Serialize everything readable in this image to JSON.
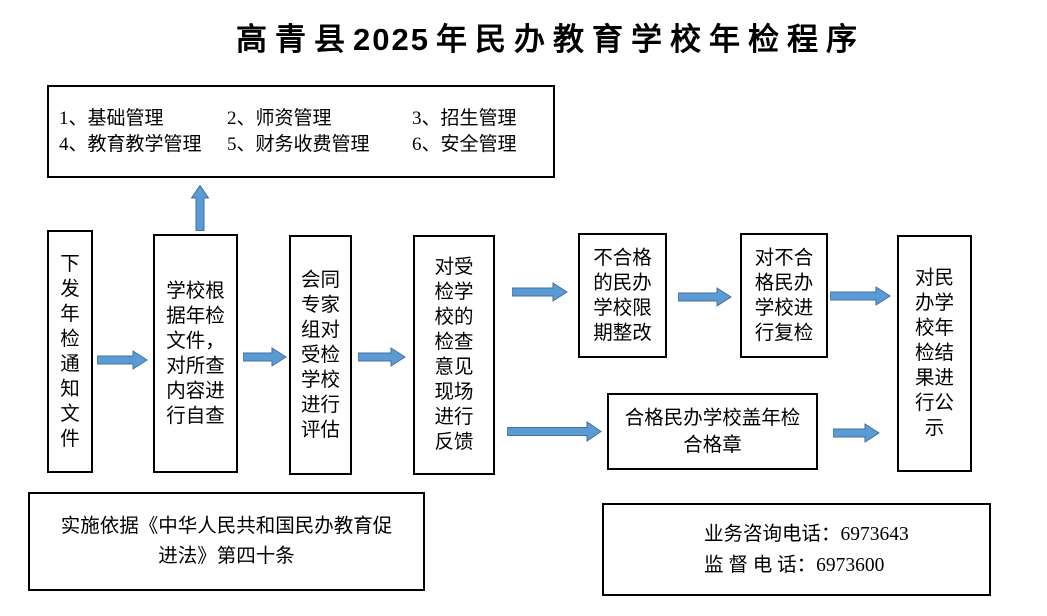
{
  "title": {
    "prefix": "高青县",
    "year": "2025",
    "suffix": "年民办教育学校年检程序"
  },
  "colors": {
    "background": "#ffffff",
    "box_border": "#000000",
    "text": "#000000",
    "arrow_fill": "#5b9bd5",
    "arrow_border": "#41719c"
  },
  "inspection_items": {
    "items": [
      "1、基础管理",
      "2、师资管理",
      "3、招生管理",
      "4、教育教学管理",
      "5、财务收费管理",
      "6、安全管理"
    ]
  },
  "flow": {
    "issue_notice": "下\n发\n年\n检\n通\n知\n文\n件",
    "self_inspection": "学校根\n据年检\n文件，\n对所查\n内容进\n行自查",
    "expert_evaluation": "会同\n专家\n组对\n受检\n学校\n进行\n评估",
    "onsite_feedback": "对受\n检学\n校的\n检查\n意见\n现场\n进行\n反馈",
    "rectification": "不合格\n的民办\n学校限\n期整改",
    "reinspection": "对不合\n格民办\n学校进\n行复检",
    "publicity": "对民\n办学\n校年\n检结\n果进\n行公\n示",
    "qualified_seal": "合格民办学校盖年检\n合格章"
  },
  "footer": {
    "legal_basis": "实施依据《中华人民共和国民办教育促\n进法》第四十条",
    "contact": "业务咨询电话：6973643\n监 督 电 话：6973600"
  }
}
